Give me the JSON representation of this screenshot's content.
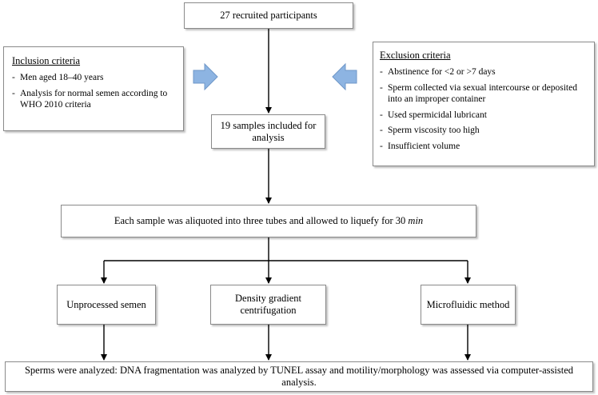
{
  "recruited": "27 recruited participants",
  "included": "19 samples included for analysis",
  "aliquot": {
    "text": "Each sample was aliquoted into three tubes and allowed to liquefy for 30",
    "unit": "min"
  },
  "inclusion": {
    "title": "Inclusion criteria",
    "items": [
      "Men aged 18–40 years",
      "Analysis for normal semen according to WHO 2010 criteria"
    ]
  },
  "exclusion": {
    "title": "Exclusion criteria",
    "items": [
      "Abstinence for <2 or >7 days",
      " Sperm collected via sexual intercourse or deposited into an improper container",
      "Used spermicidal lubricant",
      "Sperm viscosity too high",
      "Insufficient volume"
    ]
  },
  "methods": [
    "Unprocessed semen",
    "Density gradient centrifugation",
    "Microfluidic method"
  ],
  "analysis": "Sperms were analyzed: DNA fragmentation was analyzed by TUNEL assay and motility/morphology was assessed via computer-assisted analysis.",
  "colors": {
    "arrow_fill": "#8db4e2",
    "arrow_stroke": "#6f97c8",
    "connector": "#000000",
    "box_border": "#8a8a8a"
  }
}
